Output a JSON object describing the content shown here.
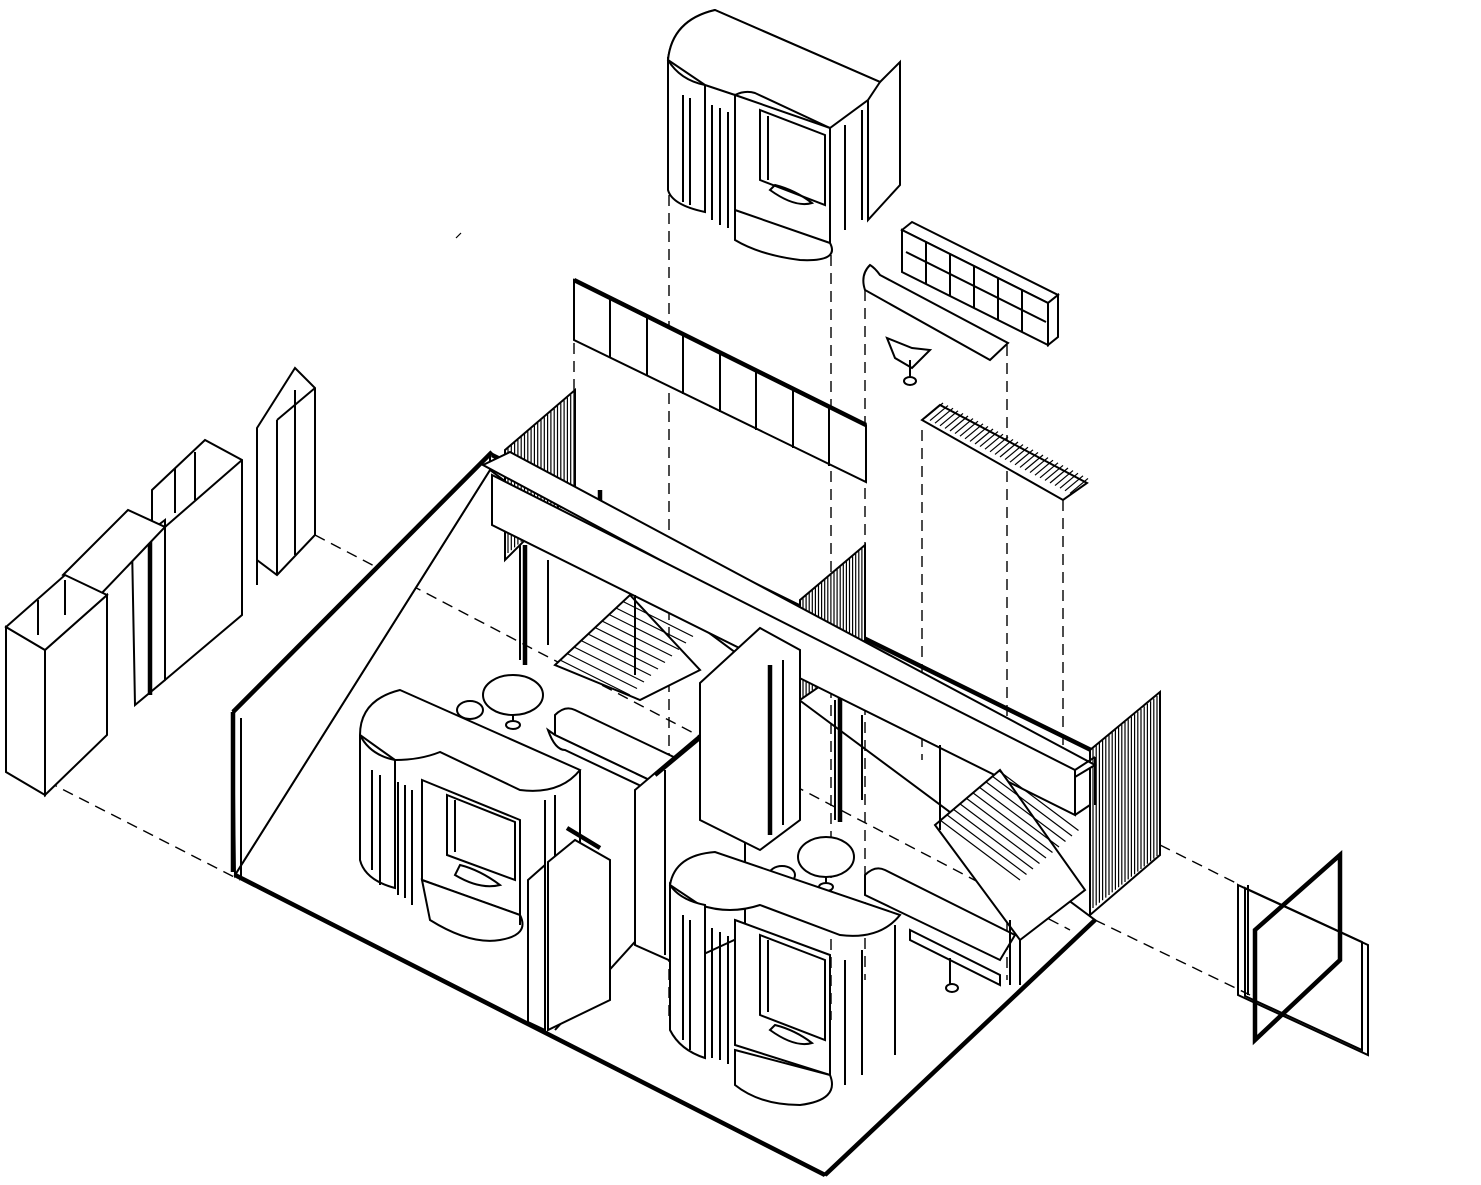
{
  "drawing": {
    "style": "black-and-white exploded axonometric line drawing",
    "stroke_color": "#000000",
    "background_color": "#ffffff",
    "components": [
      "floor-slab",
      "exploded-pod-top",
      "pod-left",
      "pod-right",
      "central-beam",
      "exploded-wall-panel",
      "shelf-unit",
      "wall-bench",
      "desk-chair",
      "slatted-panel",
      "left-partitions",
      "right-frames",
      "round-tables"
    ]
  }
}
